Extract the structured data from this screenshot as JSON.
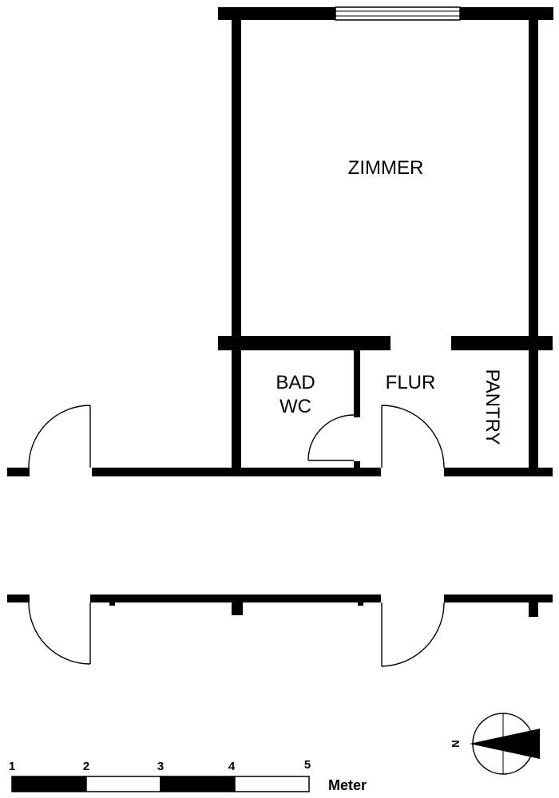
{
  "rooms": {
    "zimmer": "ZIMMER",
    "bad_line1": "BAD",
    "bad_line2": "WC",
    "flur": "FLUR",
    "pantry": "PANTRY"
  },
  "scale_bar": {
    "ticks": [
      "1",
      "2",
      "3",
      "4",
      "5"
    ],
    "unit": "Meter"
  },
  "compass": {
    "north_label": "N"
  }
}
